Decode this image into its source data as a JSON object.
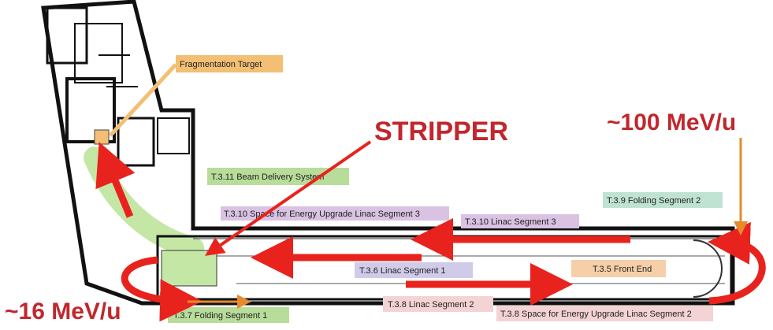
{
  "colors": {
    "orange_label": "#f2bf74",
    "green_label": "#b8dc9a",
    "purple_label": "#d9c2e2",
    "lavender_label": "#cfcbe9",
    "pink_label": "#f3d3d3",
    "teal_label": "#bfe3d2",
    "peach_label": "#f6cfa8",
    "red_arrow": "#e8231d",
    "big_red_text": "#c1272d",
    "beamline_green": "#c5e7a6",
    "orange_arrow": "#e58b2e"
  },
  "labels": {
    "fragmentation_target": "Fragmentation Target",
    "beam_delivery": "T.3.11 Beam Delivery System",
    "energy_upgrade_seg3": "T.3.10 Space for Energy Upgrade Linac Segment 3",
    "linac_seg3": "T.3.10 Linac Segment 3",
    "folding_seg2": "T.3.9 Folding Segment 2",
    "linac_seg1": "T.3.6 Linac Segment 1",
    "front_end": "T.3.5 Front End",
    "linac_seg2": "T.3.8 Linac Segment 2",
    "energy_upgrade_seg2": "T.3.8 Space for Energy Upgrade Linac Segment 2",
    "folding_seg1": "T.3.7 Folding Segment 1"
  },
  "annotations": {
    "stripper": "STRIPPER",
    "energy_high": "~100 MeV/u",
    "energy_low": "~16 MeV/u"
  },
  "icons": [
    "red-arrow",
    "orange-arrow",
    "curved-red-arrow"
  ]
}
